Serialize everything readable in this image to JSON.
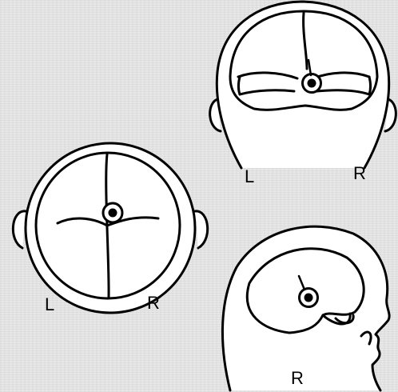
{
  "views": {
    "top": {
      "left_label": "L",
      "right_label": "R"
    },
    "back": {
      "left_label": "L",
      "right_label": "R"
    },
    "side": {
      "right_label": "R"
    }
  },
  "colors": {
    "line": "#000000",
    "background": "#e7e7e7"
  }
}
